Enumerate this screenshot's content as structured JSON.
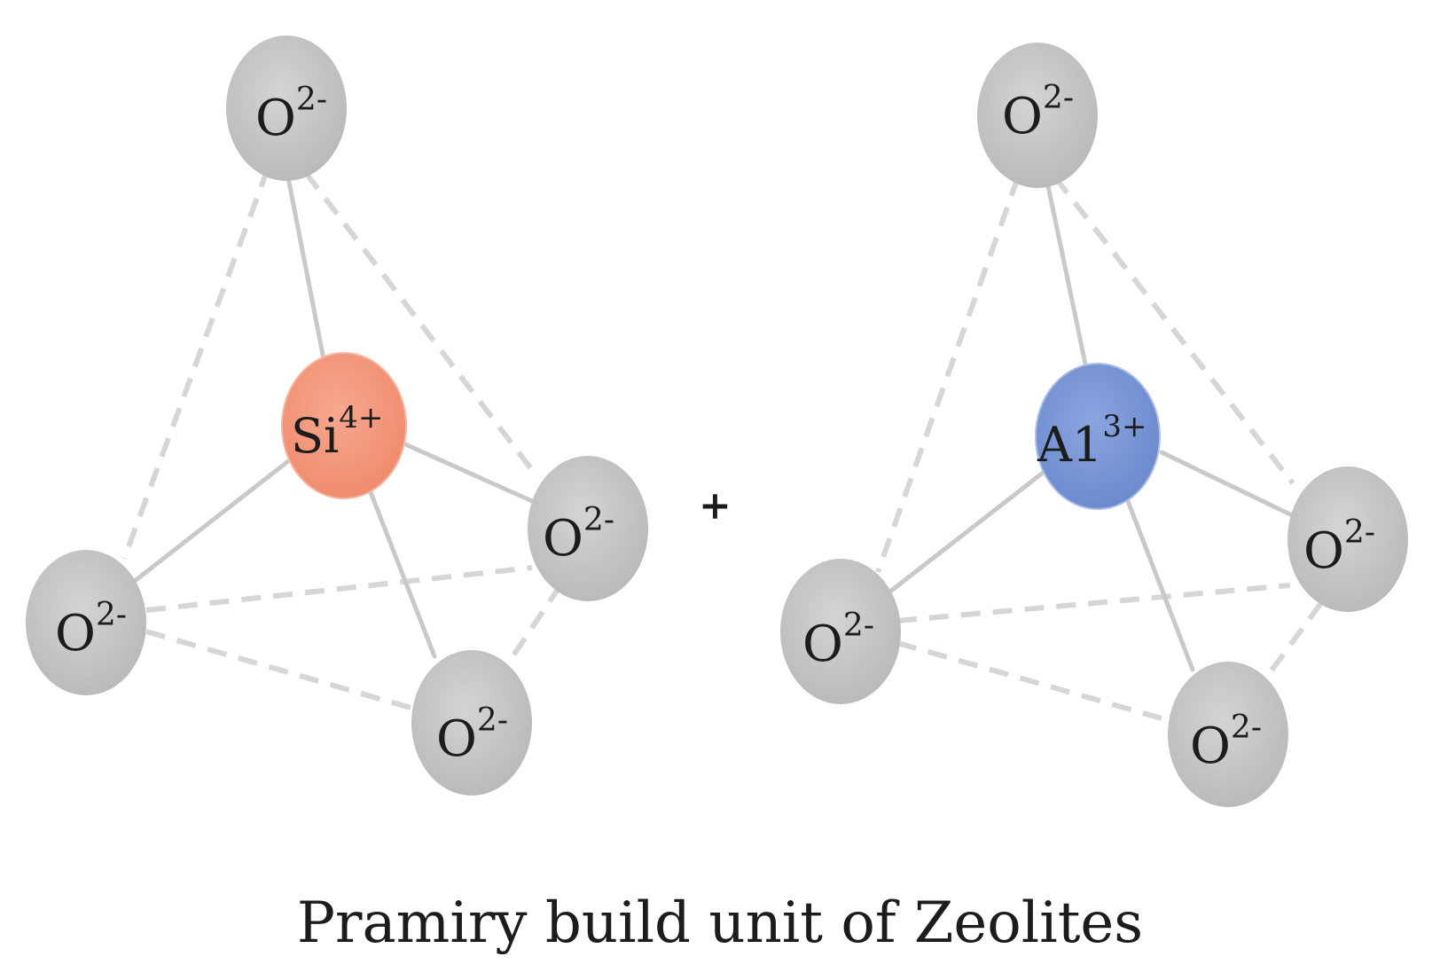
{
  "caption": "Pramiry build unit of Zeolites",
  "plus_sign": "+",
  "units": [
    {
      "center": {
        "base": "Si",
        "charge": "4+",
        "color": "#f3977a"
      },
      "oxygens": [
        {
          "base": "O",
          "charge": "2-"
        },
        {
          "base": "O",
          "charge": "2-"
        },
        {
          "base": "O",
          "charge": "2-"
        },
        {
          "base": "O",
          "charge": "2-"
        }
      ]
    },
    {
      "center": {
        "base": "A1",
        "charge": "3+",
        "color": "#7b97d6"
      },
      "oxygens": [
        {
          "base": "O",
          "charge": "2-"
        },
        {
          "base": "O",
          "charge": "2-"
        },
        {
          "base": "O",
          "charge": "2-"
        },
        {
          "base": "O",
          "charge": "2-"
        }
      ]
    }
  ],
  "colors": {
    "oxygen": "#c2c2c2",
    "bond": "#c9c9c9"
  }
}
